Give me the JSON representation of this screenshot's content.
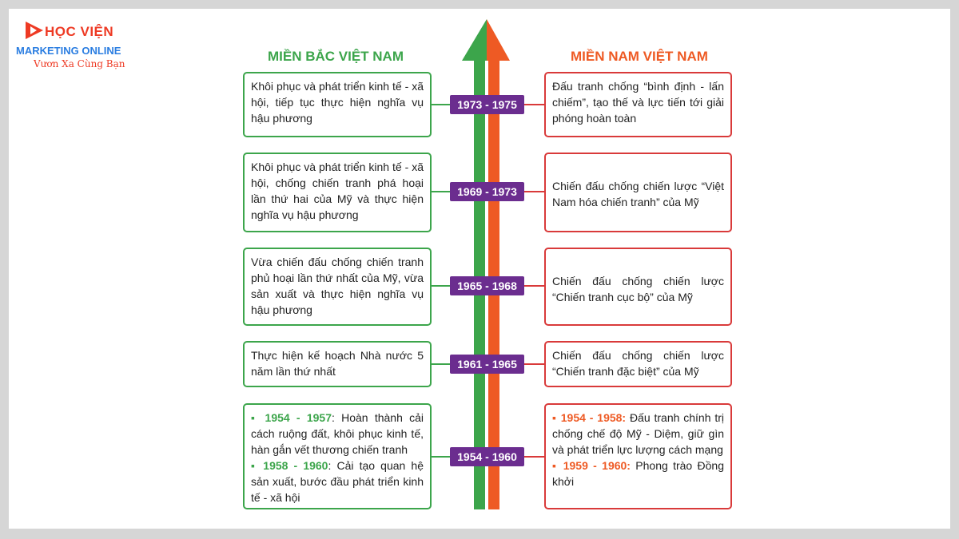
{
  "logo": {
    "line1": "HỌC VIỆN",
    "line2": "MARKETING ONLINE",
    "line3": "Vươn Xa Cùng Bạn"
  },
  "headers": {
    "left": "MIỀN BẮC VIỆT NAM",
    "right": "MIỀN NAM VIỆT NAM"
  },
  "colors": {
    "north": "#3ca54b",
    "south": "#ee5a24",
    "badge": "#6b2d8f"
  },
  "periods": [
    {
      "badge": "1973 - 1975",
      "north": "Khôi phục và phát triển kinh tế - xã hội, tiếp tục thực hiện nghĩa vụ hậu phương",
      "south": "Đấu tranh chống “bình định - lấn chiếm”, tạo thế và lực tiến tới giải phóng hoàn toàn"
    },
    {
      "badge": "1969 - 1973",
      "north": "Khôi phục và phát triển kinh tế - xã hội, chống chiến tranh phá hoại lần thứ hai của Mỹ và thực hiện nghĩa vụ hậu phương",
      "south": "Chiến đấu chống chiến lược “Việt Nam hóa chiến tranh” của Mỹ"
    },
    {
      "badge": "1965 - 1968",
      "north": "Vừa chiến đấu chống chiến tranh phủ hoại lần thứ nhất của Mỹ, vừa sản xuất và thực hiện nghĩa vụ hậu phương",
      "south": "Chiến đấu chống chiến lược “Chiến tranh cục bộ” của Mỹ"
    },
    {
      "badge": "1961 - 1965",
      "north": "Thực hiện kế hoạch Nhà nước 5 năm lần thứ nhất",
      "south": "Chiến đấu chống chiến lược “Chiến tranh đặc biệt” của Mỹ"
    },
    {
      "badge": "1954 - 1960",
      "north_items": [
        {
          "year": "▪ 1954 - 1957",
          "text": ": Hoàn thành cải cách ruộng đất, khôi phục kinh tế, hàn gắn vết thương chiến tranh"
        },
        {
          "year": "▪ 1958 - 1960",
          "text": ": Cải tạo quan hệ sản xuất, bước đầu phát triển kinh tế - xã hội"
        }
      ],
      "south_items": [
        {
          "year": "▪ 1954 - 1958:",
          "text": " Đấu tranh chính trị chống chế độ Mỹ - Diệm, giữ gìn và phát triển lực lượng cách mạng"
        },
        {
          "year": "▪ 1959 - 1960:",
          "text": " Phong trào Đồng khởi"
        }
      ]
    }
  ]
}
